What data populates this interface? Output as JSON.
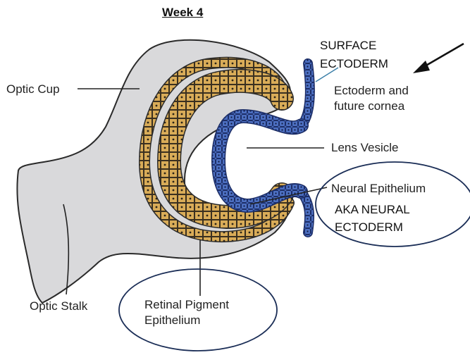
{
  "title": "Week 4",
  "labels": {
    "optic_cup": "Optic Cup",
    "optic_stalk": "Optic Stalk",
    "surface_ectoderm_1": "SURFACE",
    "surface_ectoderm_2": "ECTODERM",
    "ectoderm_cornea_1": "Ectoderm and",
    "ectoderm_cornea_2": "future cornea",
    "lens_vesicle": "Lens Vesicle",
    "neural_epithelium": "Neural Epithelium",
    "aka_neural_1": "AKA NEURAL",
    "aka_neural_2": "ECTODERM",
    "rpe_1": "Retinal Pigment",
    "rpe_2": "Epithelium"
  },
  "colors": {
    "optic_tissue": "#d9d9db",
    "neural_cells": "#d9ac58",
    "ectoderm_cells": "#4d70c2",
    "outline": "#2a2a2a"
  }
}
